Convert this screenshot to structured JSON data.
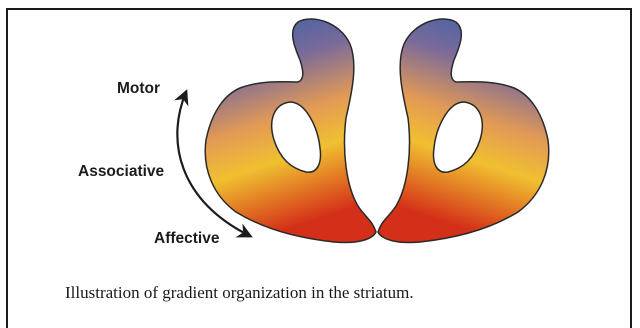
{
  "figure": {
    "labels": {
      "motor": "Motor",
      "associative": "Associative",
      "affective": "Affective"
    },
    "gradient_colors": {
      "dorsal": "#2f5fa8",
      "middle": "#e8a032",
      "ventral": "#d42f18"
    },
    "caption": "Illustration of gradient organization in the striatum."
  }
}
